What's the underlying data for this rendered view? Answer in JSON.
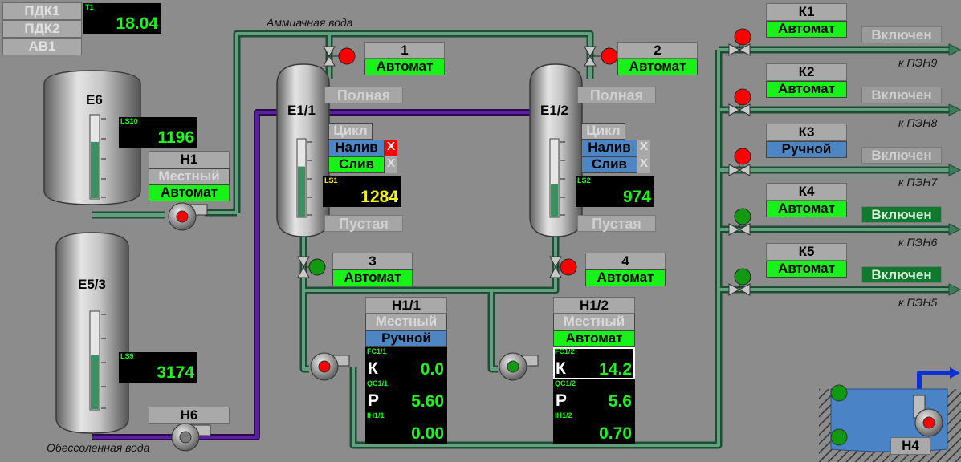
{
  "top_left": {
    "buttons": [
      "ПДК1",
      "ПДК2",
      "АВ1"
    ],
    "t1": {
      "tag": "T1",
      "value": "18.04"
    }
  },
  "labels": {
    "ammonia_water": "Аммиачная вода",
    "demin_water": "Обессоленная вода"
  },
  "vessels": {
    "e6": {
      "name": "Е6",
      "level_fraction": 0.68
    },
    "e53": {
      "name": "Е5/3",
      "level_fraction": 0.56
    },
    "e11": {
      "name": "Е1/1",
      "level_fraction": 0.65
    },
    "e12": {
      "name": "Е1/2",
      "level_fraction": 0.42
    }
  },
  "displays": {
    "ls10": {
      "tag": "LS10",
      "value": "1196"
    },
    "ls9": {
      "tag": "LS9",
      "value": "3174"
    },
    "ls1": {
      "tag": "LS1",
      "value": "1284"
    },
    "ls2": {
      "tag": "LS2",
      "value": "974"
    }
  },
  "e11_status": {
    "full": "Полная",
    "empty": "Пустая",
    "cycle": "Цикл",
    "fill": "Налив",
    "drain": "Слив",
    "x": "X"
  },
  "e12_status": {
    "full": "Полная",
    "empty": "Пустая",
    "cycle": "Цикл",
    "fill": "Налив",
    "drain": "Слив",
    "x": "X"
  },
  "pumps": {
    "h1": {
      "name": "Н1",
      "local": "Местный",
      "mode": "Автомат"
    },
    "h6": {
      "name": "Н6"
    },
    "h4": {
      "name": "Н4"
    },
    "h11": {
      "name": "Н1/1",
      "local": "Местный",
      "mode": "Ручной",
      "fc_tag": "FC1/1",
      "k_label": "К",
      "k_value": "0.0",
      "qc_tag": "QC1/1",
      "p_label": "Р",
      "p_value": "5.60",
      "i_tag": "IH1/1",
      "i_value": "0.00"
    },
    "h12": {
      "name": "Н1/2",
      "local": "Местный",
      "mode": "Автомат",
      "fc_tag": "FC1/2",
      "k_label": "К",
      "k_value": "14.2",
      "qc_tag": "QC1/2",
      "p_label": "Р",
      "p_value": "5.6",
      "i_tag": "IH1/2",
      "i_value": "0.70"
    }
  },
  "valves": {
    "v1": {
      "name": "1",
      "mode": "Автомат"
    },
    "v2": {
      "name": "2",
      "mode": "Автомат"
    },
    "v3": {
      "name": "3",
      "mode": "Автомат"
    },
    "v4": {
      "name": "4",
      "mode": "Автомат"
    }
  },
  "heaters": [
    {
      "name": "К1",
      "mode": "Автомат",
      "state": "Включен",
      "dest": "к ПЭН9"
    },
    {
      "name": "К2",
      "mode": "Автомат",
      "state": "Включен",
      "dest": "к ПЭН8"
    },
    {
      "name": "К3",
      "mode": "Ручной",
      "state": "Включен",
      "dest": "к ПЭН7"
    },
    {
      "name": "К4",
      "mode": "Автомат",
      "state": "Включен",
      "dest": "к ПЭН6"
    },
    {
      "name": "К5",
      "mode": "Автомат",
      "state": "Включен",
      "dest": "к ПЭН5"
    }
  ],
  "colors": {
    "background": "#8c8c8c",
    "pipe_green": "#3f7d5a",
    "pipe_purple": "#4b1880",
    "pipe_blue": "#0b2fd8",
    "mode_green": "#19f219",
    "mode_blue": "#4d86c3",
    "indicator_red": "#ff0000",
    "indicator_green": "#119a11",
    "readout_green": "#1df51d",
    "readout_yellow": "#f5f51a"
  }
}
